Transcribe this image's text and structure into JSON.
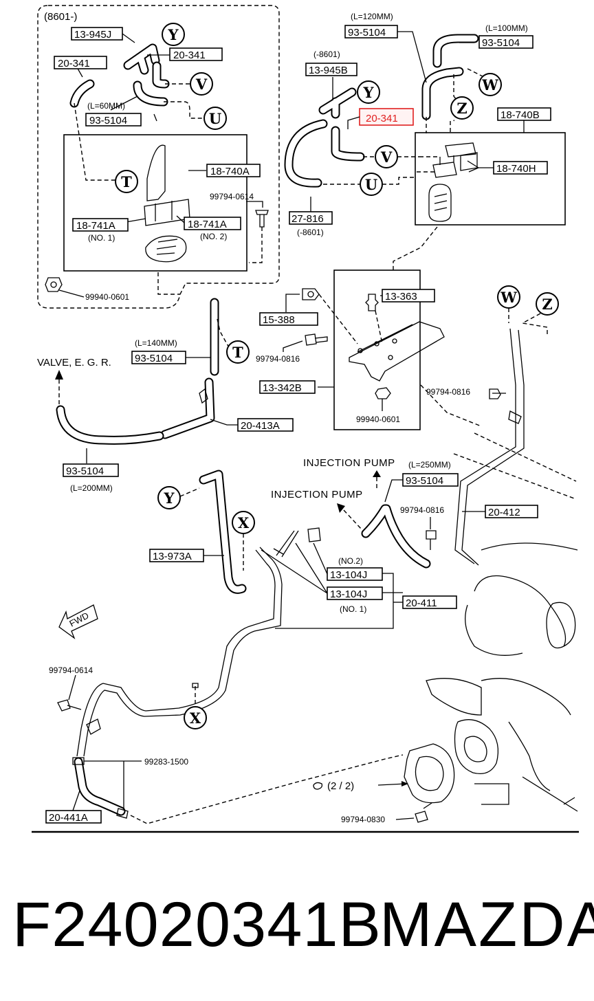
{
  "caption": {
    "part_number": "F24020341B",
    "brand": "MAZDA"
  },
  "diagram": {
    "group_8601": "(8601-)",
    "labels": {
      "a_13_945J": "13-945J",
      "a_20_341_left": "20-341",
      "a_20_341_top": "20-341",
      "a_L60": "(L=60MM)",
      "a_93_5104_left": "93-5104",
      "a_18_740A": "18-740A",
      "a_99794_0614_top": "99794-0614",
      "a_18_741A_no1": "18-741A",
      "a_no1_a": "(NO. 1)",
      "a_18_741A_no2": "18-741A",
      "a_no2_a": "(NO. 2)",
      "a_99940_0601_left": "99940-0601",
      "b_L120": "(L=120MM)",
      "b_93_5104_top": "93-5104",
      "b_8601_minus": "(-8601)",
      "b_13_945B": "13-945B",
      "b_20_341_hl": "20-341",
      "b_27_816": "27-816",
      "b_8601_minus2": "(-8601)",
      "c_L100": "(L=100MM)",
      "c_93_5104": "93-5104",
      "c_18_740B": "18-740B",
      "c_18_740H": "18-740H",
      "d_13_363": "13-363",
      "d_15_388": "15-388",
      "d_99794_0816_mid": "99794-0816",
      "d_13_342B": "13-342B",
      "d_99940_0601_mid": "99940-0601",
      "e_L140": "(L=140MM)",
      "e_93_5104": "93-5104",
      "e_valve": "VALVE, E. G. R.",
      "e_20_413A": "20-413A",
      "e_93_5104_low": "93-5104",
      "e_L200": "(L=200MM)",
      "f_99794_0816_right": "99794-0816",
      "f_inj1": "INJECTION PUMP",
      "f_L250": "(L=250MM)",
      "f_93_5104": "93-5104",
      "f_inj2": "INJECTION PUMP",
      "f_99794_0816_low": "99794-0816",
      "f_20_412": "20-412",
      "g_13_973A": "13-973A",
      "g_no2": "(NO.2)",
      "g_13_104J_a": "13-104J",
      "g_13_104J_b": "13-104J",
      "g_no1": "(NO. 1)",
      "g_20_411": "20-411",
      "g_fwd": "FWD",
      "h_99794_0614": "99794-0614",
      "h_99283_1500": "99283-1500",
      "h_20_441A": "20-441A",
      "h_ref": "(2 / 2)",
      "h_99794_0830": "99794-0830"
    },
    "markers": {
      "Y": "Y",
      "V": "V",
      "U": "U",
      "T": "T",
      "W": "W",
      "Z": "Z",
      "X": "X"
    },
    "highlight_color": "#e02020",
    "line_color": "#000000"
  }
}
